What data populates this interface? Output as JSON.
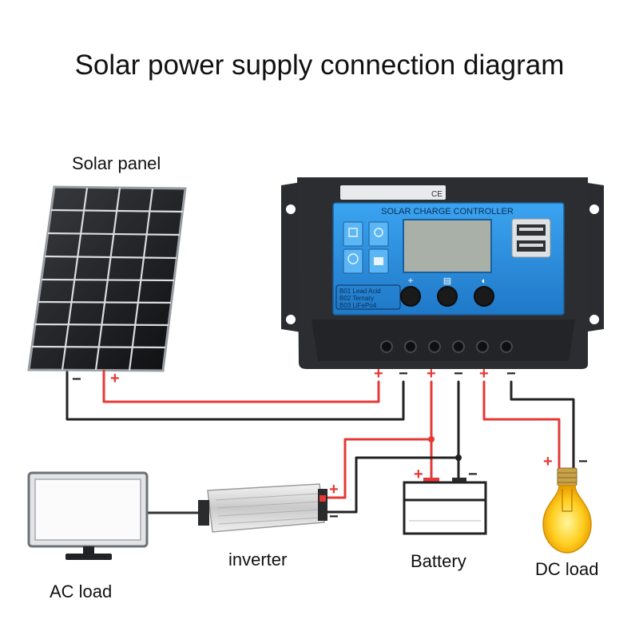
{
  "title": "Solar power supply connection diagram",
  "labels": {
    "solar_panel": "Solar panel",
    "inverter": "inverter",
    "battery": "Battery",
    "dc_load": "DC load",
    "ac_load": "AC load"
  },
  "controller": {
    "header": "SOLAR CHARGE CONTROLLER",
    "ce_mark": "CE",
    "battery_types": [
      "B01 Lead Acid",
      "B02 Ternary",
      "B03 LiFePo4"
    ],
    "button_glyphs": [
      "+",
      "▤",
      "◐"
    ]
  },
  "signs": {
    "plus": "+",
    "minus": "−"
  },
  "colors": {
    "positive_wire": "#e53935",
    "negative_wire": "#222222",
    "controller_face": "#2d8fe0",
    "controller_body": "#2b2d30",
    "lcd": "#a9b0a8",
    "bulb_glow": "#f6b800"
  }
}
